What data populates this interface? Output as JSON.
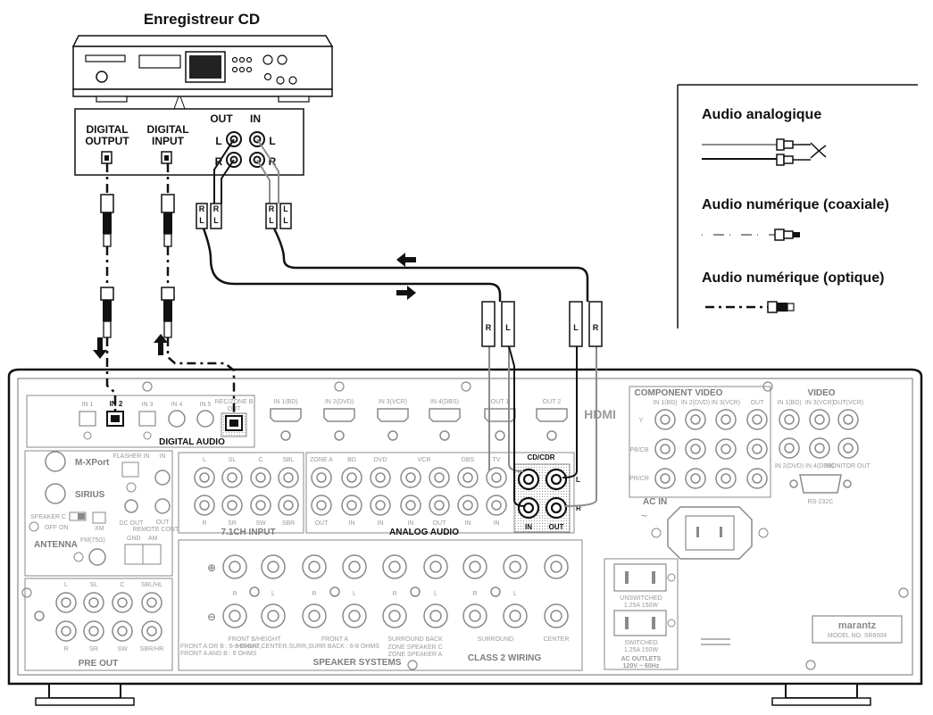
{
  "cd_recorder": {
    "title": "Enregistreur CD",
    "digital_output_1": "DIGITAL",
    "digital_output_2": "OUTPUT",
    "digital_input_1": "DIGITAL",
    "digital_input_2": "INPUT",
    "out": "OUT",
    "in": "IN",
    "left": "L",
    "right": "R"
  },
  "legend": {
    "analog": "Audio analogique",
    "coaxial": "Audio numérique (coaxiale)",
    "optical": "Audio numérique (optique)"
  },
  "receiver": {
    "digital_inputs": [
      "IN 1",
      "IN 2",
      "IN 3",
      "IN 4",
      "IN 5"
    ],
    "rec_zone_out_1": "REC/ZONE B",
    "rec_zone_out_2": "OUT",
    "digital_audio": "DIGITAL AUDIO",
    "hdmi_inputs": [
      "IN 1(BD)",
      "IN 2(DVD)",
      "IN 3(VCR)",
      "IN 4(DBS)"
    ],
    "hdmi_outputs": [
      "OUT 1",
      "OUT 2"
    ],
    "hdmi_logo": "HDMI",
    "component_video": "COMPONENT VIDEO",
    "component_cols": [
      "IN 1(BD)",
      "IN 2(DVD)",
      "IN 3(VCR)",
      "OUT"
    ],
    "component_rows": [
      "Y",
      "PB/CB",
      "PR/CR"
    ],
    "video": "VIDEO",
    "video_cols": [
      "IN 1(BD)",
      "IN 3(VCR)",
      "OUT(VCR)"
    ],
    "video_bottom": [
      "IN 2(DVD)",
      "IN 4(DBS)",
      "MONITOR OUT"
    ],
    "rs232c": "RS-232C",
    "ac_in": "AC IN",
    "m_xport": "M-XPort",
    "sirius": "SIRIUS",
    "speaker_c": "SPEAKER C",
    "off_on": "OFF ON",
    "xm": "XM",
    "antenna": "ANTENNA",
    "fm": "FM(75Ω)",
    "gnd": "GND",
    "am": "AM",
    "flasher_in": "FLASHER IN",
    "dc_out": "DC OUT",
    "remote_in": "IN",
    "remote_out": "OUT",
    "remote_cont": "REMOTE CONT.",
    "ch71_top": [
      "L",
      "SL",
      "C",
      "SBL"
    ],
    "ch71_bottom": [
      "R",
      "SR",
      "SW",
      "SBR"
    ],
    "ch71_input": "7.1CH INPUT",
    "analog_top": [
      "ZONE A",
      "BD",
      "DVD",
      "VCR",
      "DBS",
      "TV"
    ],
    "analog_bottom": [
      "OUT",
      "IN",
      "IN",
      "IN",
      "OUT",
      "IN",
      "IN"
    ],
    "cd_cdr": "CD/CDR",
    "analog_audio": "ANALOG AUDIO",
    "analog_in": "IN",
    "analog_out": "OUT",
    "analog_l": "L",
    "analog_r": "R",
    "preout_top": [
      "L",
      "SL",
      "C",
      "SBL/HL"
    ],
    "preout_bottom": [
      "R",
      "SR",
      "SW",
      "SBR/HR"
    ],
    "pre_out": "PRE OUT",
    "spk_top": [
      "R",
      "L",
      "R",
      "L",
      "R",
      "L",
      "R",
      "L"
    ],
    "spk_labels": [
      "FRONT B/HEIGHT",
      "FRONT A",
      "SURROUND BACK",
      "SURROUND",
      "CENTER"
    ],
    "spk_ohm_1": "FRONT A  OR  B : 6-8 OHMS",
    "spk_ohm_2": "FRONT A AND B : 8 OHMS",
    "spk_ohm_3": "HEIGHT,CENTER,SURR,SURR BACK : 6-8 OHMS",
    "zone_speaker_c": "ZONE SPEAKER C",
    "zone_speaker_a": "ZONE SPEAKER A",
    "speaker_systems": "SPEAKER SYSTEMS",
    "class2": "CLASS 2 WIRING",
    "unswitched_1": "UNSWITCHED",
    "unswitched_2": "1.25A 150W",
    "switched_1": "SWITCHED",
    "switched_2": "1.25A 150W",
    "ac_outlets_1": "AC OUTLETS",
    "ac_outlets_2": "120V ~ 60Hz",
    "brand": "marantz",
    "model": "MODEL NO. SR6004"
  },
  "colors": {
    "line": "#111111",
    "panel_line": "#8a8a8a",
    "cable_gray": "#8c8c8c"
  }
}
